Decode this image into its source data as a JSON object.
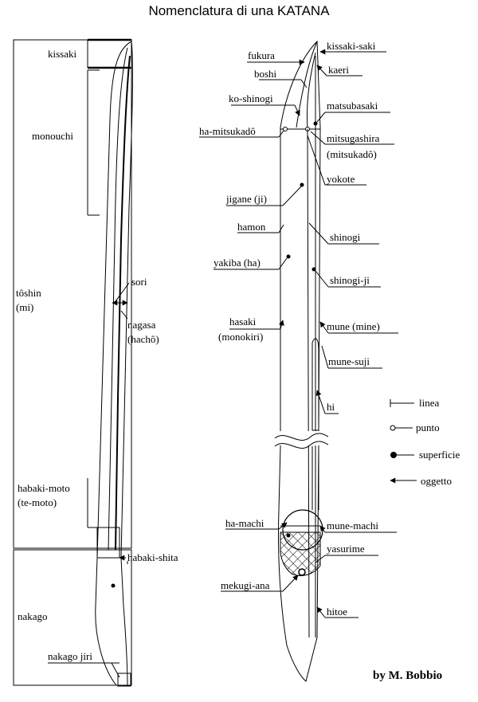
{
  "title": "Nomenclatura di una KATANA",
  "left_labels": {
    "kissaki": "kissaki",
    "monouchi": "monouchi",
    "toshin_1": "tôshin",
    "toshin_2": "(mi)",
    "sori": "sori",
    "nagasa_1": "nagasa",
    "nagasa_2": "(hachô)",
    "habaki_moto_1": "habaki-moto",
    "habaki_moto_2": "(te-moto)",
    "habaki_shita": "habaki-shita",
    "nakago": "nakago",
    "nakago_jiri": "nakago jiri"
  },
  "right_labels": {
    "fukura": "fukura",
    "boshi": "boshi",
    "ko_shinogi": "ko-shinogi",
    "ha_mitsukado": "ha-mitsukadô",
    "jigane": "jigane (ji)",
    "hamon": "hamon",
    "yakiba": "yakiba (ha)",
    "hasaki_1": "hasaki",
    "hasaki_2": "(monokiri)",
    "ha_machi": "ha-machi",
    "mekugi_ana": "mekugi-ana",
    "kissaki_saki": "kissaki-saki",
    "kaeri": "kaeri",
    "matsubasaki": "matsubasaki",
    "mitsugashira_1": "mitsugashira",
    "mitsugashira_2": "(mitsukadô)",
    "yokote": "yokote",
    "shinogi": "shinogi",
    "shinogi_ji": "shinogi-ji",
    "mune": "mune (mine)",
    "mune_suji": "mune-suji",
    "hi": "hi",
    "mune_machi": "mune-machi",
    "yasurime": "yasurime",
    "hitoe": "hitoe"
  },
  "legend": {
    "linea": "linea",
    "punto": "punto",
    "superficie": "superficie",
    "oggetto": "oggetto"
  },
  "signature": "by M. Bobbio"
}
